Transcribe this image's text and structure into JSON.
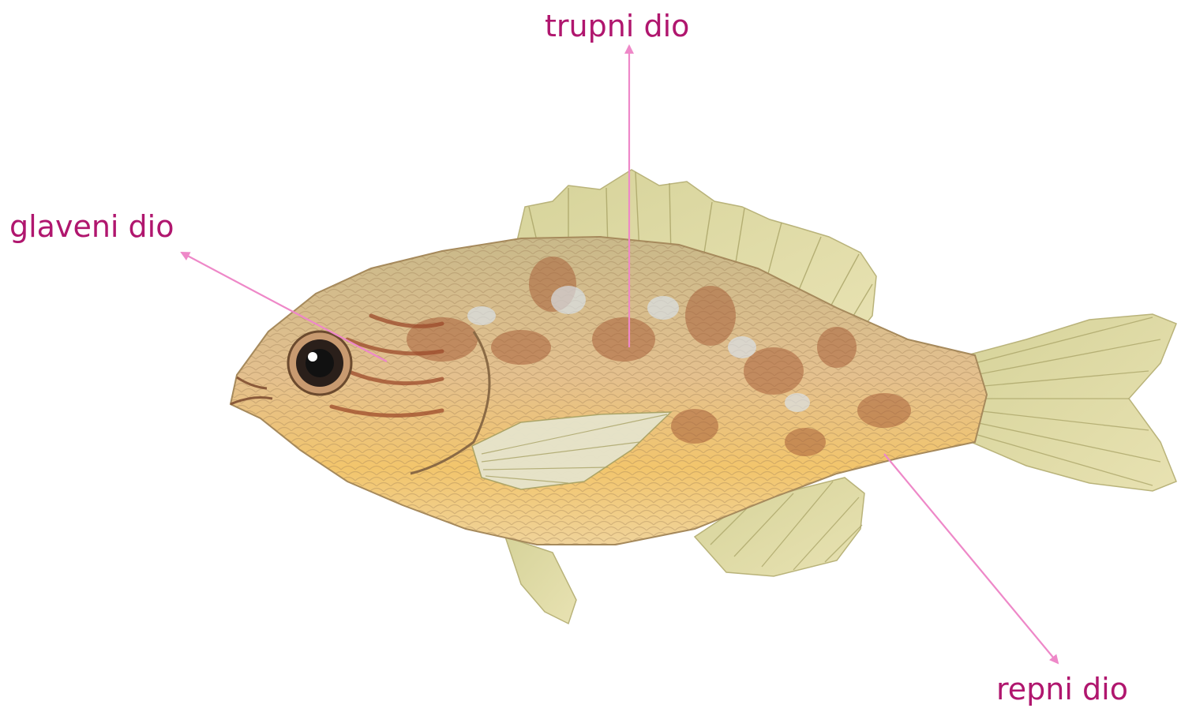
{
  "labels": {
    "trunk": "trupni dio",
    "head": "glaveni dio",
    "tail": "repni dio"
  },
  "colors": {
    "label_text": "#b0166e",
    "pointer_line": "#ee88c8",
    "fish_body": "#e9c98f",
    "fish_belly": "#f1c56a",
    "fish_fins": "#dcd79a",
    "fish_spots": "#a8603a"
  }
}
